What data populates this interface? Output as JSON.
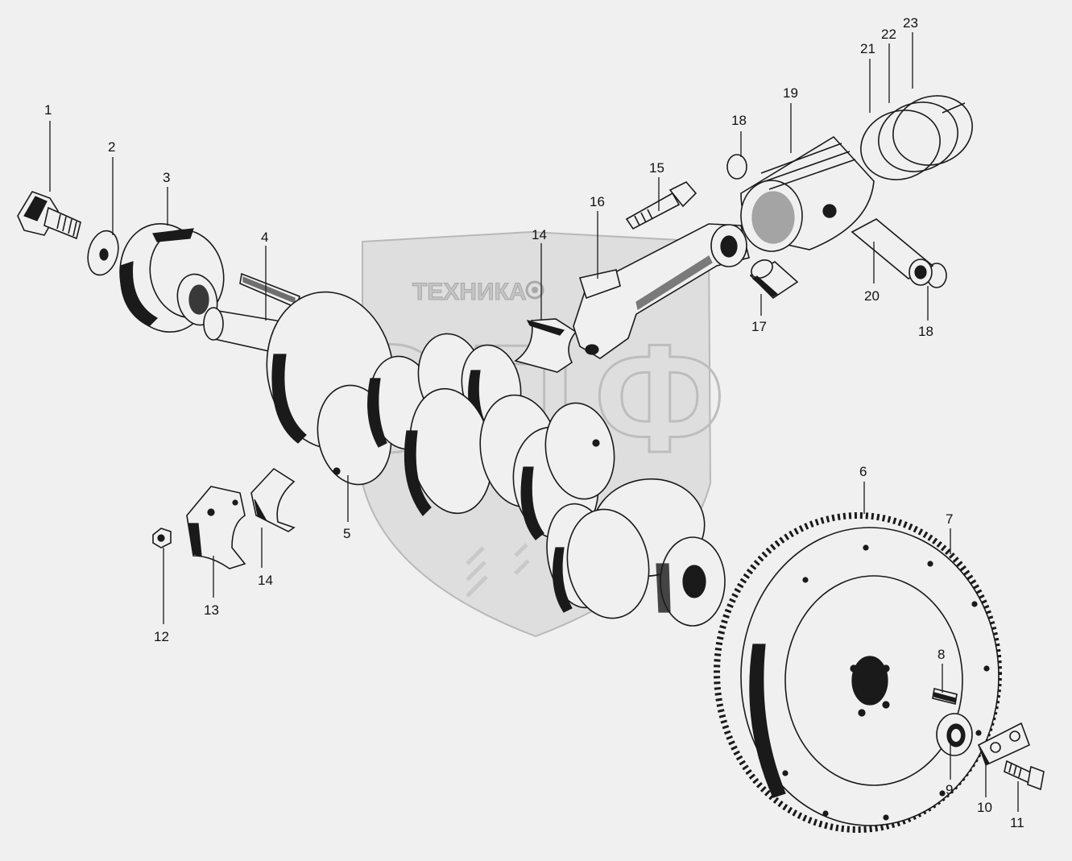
{
  "watermark": {
    "brand_text": "ТЕХНИКА",
    "monogram": "ЭПФ",
    "icon": "gear-icon"
  },
  "callouts": [
    {
      "id": "c1",
      "label": "1"
    },
    {
      "id": "c2",
      "label": "2"
    },
    {
      "id": "c3",
      "label": "3"
    },
    {
      "id": "c4",
      "label": "4"
    },
    {
      "id": "c5",
      "label": "5"
    },
    {
      "id": "c6",
      "label": "6"
    },
    {
      "id": "c7",
      "label": "7"
    },
    {
      "id": "c8",
      "label": "8"
    },
    {
      "id": "c9",
      "label": "9"
    },
    {
      "id": "c10",
      "label": "10"
    },
    {
      "id": "c11",
      "label": "11"
    },
    {
      "id": "c12",
      "label": "12"
    },
    {
      "id": "c13",
      "label": "13"
    },
    {
      "id": "c14a",
      "label": "14"
    },
    {
      "id": "c14b",
      "label": "14"
    },
    {
      "id": "c15",
      "label": "15"
    },
    {
      "id": "c16",
      "label": "16"
    },
    {
      "id": "c17",
      "label": "17"
    },
    {
      "id": "c18a",
      "label": "18"
    },
    {
      "id": "c18b",
      "label": "18"
    },
    {
      "id": "c19",
      "label": "19"
    },
    {
      "id": "c20",
      "label": "20"
    },
    {
      "id": "c21",
      "label": "21"
    },
    {
      "id": "c22",
      "label": "22"
    },
    {
      "id": "c23",
      "label": "23"
    }
  ]
}
